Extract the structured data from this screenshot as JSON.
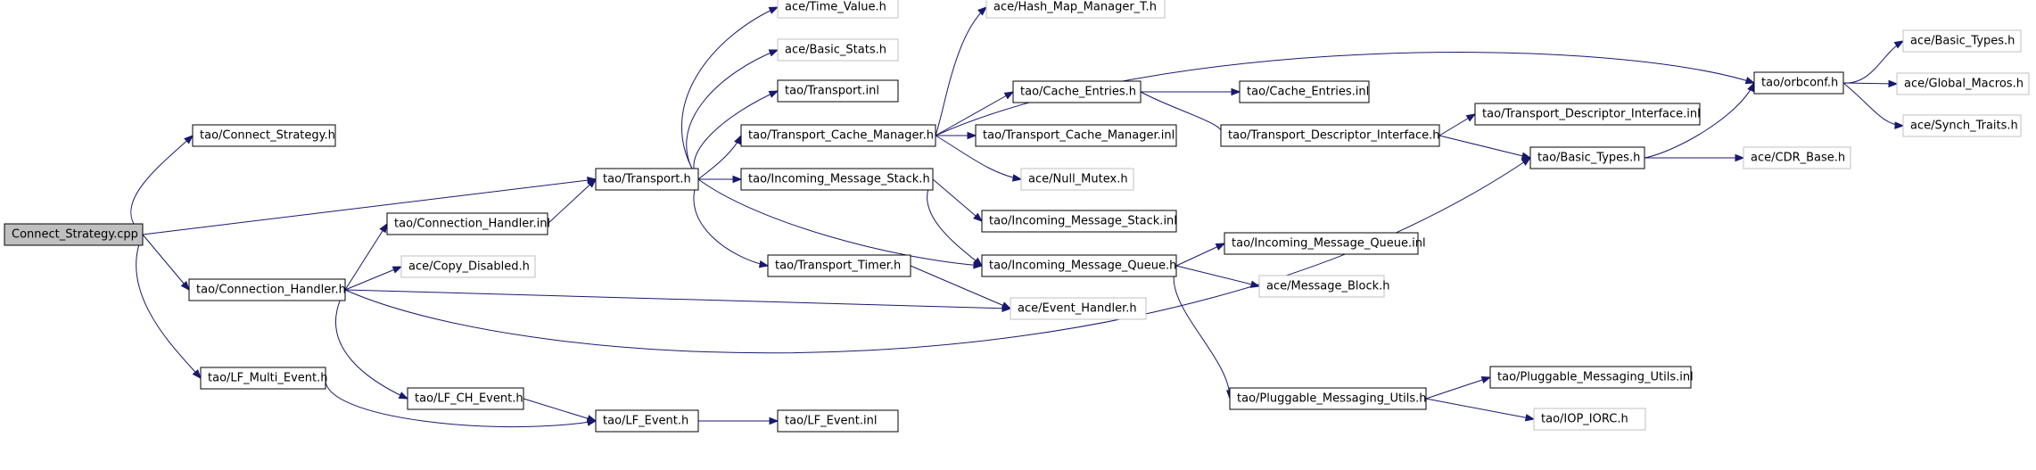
{
  "colors": {
    "edge": "#191970",
    "node_border": "#000000",
    "external_border": "#c0c0c0",
    "focus_fill": "#bfbfbf",
    "background": "#ffffff"
  },
  "nodes": [
    {
      "id": "connect_strategy_cpp",
      "label": "Connect_Strategy.cpp",
      "kind": "focus"
    },
    {
      "id": "connect_strategy_h",
      "label": "tao/Connect_Strategy.h",
      "kind": "project"
    },
    {
      "id": "connection_handler_inl",
      "label": "tao/Connection_Handler.inl",
      "kind": "project"
    },
    {
      "id": "connection_handler_h",
      "label": "tao/Connection_Handler.h",
      "kind": "project"
    },
    {
      "id": "lf_multi_event_h",
      "label": "tao/LF_Multi_Event.h",
      "kind": "project"
    },
    {
      "id": "copy_disabled_h",
      "label": "ace/Copy_Disabled.h",
      "kind": "external"
    },
    {
      "id": "lf_ch_event_h",
      "label": "tao/LF_CH_Event.h",
      "kind": "project"
    },
    {
      "id": "transport_h",
      "label": "tao/Transport.h",
      "kind": "project"
    },
    {
      "id": "lf_event_h",
      "label": "tao/LF_Event.h",
      "kind": "project"
    },
    {
      "id": "time_value_h",
      "label": "ace/Time_Value.h",
      "kind": "external"
    },
    {
      "id": "basic_stats_h",
      "label": "ace/Basic_Stats.h",
      "kind": "external"
    },
    {
      "id": "transport_inl",
      "label": "tao/Transport.inl",
      "kind": "project"
    },
    {
      "id": "transport_cache_manager_h",
      "label": "tao/Transport_Cache_Manager.h",
      "kind": "project"
    },
    {
      "id": "incoming_message_stack_h",
      "label": "tao/Incoming_Message_Stack.h",
      "kind": "project"
    },
    {
      "id": "transport_timer_h",
      "label": "tao/Transport_Timer.h",
      "kind": "project"
    },
    {
      "id": "lf_event_inl",
      "label": "tao/LF_Event.inl",
      "kind": "project"
    },
    {
      "id": "hash_map_manager_t_h",
      "label": "ace/Hash_Map_Manager_T.h",
      "kind": "external"
    },
    {
      "id": "cache_entries_h",
      "label": "tao/Cache_Entries.h",
      "kind": "project"
    },
    {
      "id": "transport_cache_manager_inl",
      "label": "tao/Transport_Cache_Manager.inl",
      "kind": "project"
    },
    {
      "id": "null_mutex_h",
      "label": "ace/Null_Mutex.h",
      "kind": "external"
    },
    {
      "id": "incoming_message_stack_inl",
      "label": "tao/Incoming_Message_Stack.inl",
      "kind": "project"
    },
    {
      "id": "incoming_message_queue_h",
      "label": "tao/Incoming_Message_Queue.h",
      "kind": "project"
    },
    {
      "id": "event_handler_h",
      "label": "ace/Event_Handler.h",
      "kind": "external"
    },
    {
      "id": "cache_entries_inl",
      "label": "tao/Cache_Entries.inl",
      "kind": "project"
    },
    {
      "id": "transport_descriptor_interface_h",
      "label": "tao/Transport_Descriptor_Interface.h",
      "kind": "project"
    },
    {
      "id": "incoming_message_queue_inl",
      "label": "tao/Incoming_Message_Queue.inl",
      "kind": "project"
    },
    {
      "id": "message_block_h",
      "label": "ace/Message_Block.h",
      "kind": "external"
    },
    {
      "id": "pluggable_messaging_utils_h",
      "label": "tao/Pluggable_Messaging_Utils.h",
      "kind": "project"
    },
    {
      "id": "orbconf_h",
      "label": "tao/orbconf.h",
      "kind": "project"
    },
    {
      "id": "transport_descriptor_interface_inl",
      "label": "tao/Transport_Descriptor_Interface.inl",
      "kind": "project"
    },
    {
      "id": "basic_types_tao_h",
      "label": "tao/Basic_Types.h",
      "kind": "project"
    },
    {
      "id": "pluggable_messaging_utils_inl",
      "label": "tao/Pluggable_Messaging_Utils.inl",
      "kind": "project"
    },
    {
      "id": "iop_iorc_h",
      "label": "tao/IOP_IORC.h",
      "kind": "external"
    },
    {
      "id": "basic_types_ace_h",
      "label": "ace/Basic_Types.h",
      "kind": "external"
    },
    {
      "id": "global_macros_h",
      "label": "ace/Global_Macros.h",
      "kind": "external"
    },
    {
      "id": "synch_traits_h",
      "label": "ace/Synch_Traits.h",
      "kind": "external"
    },
    {
      "id": "cdr_base_h",
      "label": "ace/CDR_Base.h",
      "kind": "external"
    }
  ],
  "edges": [
    [
      "connect_strategy_cpp",
      "connect_strategy_h"
    ],
    [
      "connect_strategy_cpp",
      "transport_h"
    ],
    [
      "connect_strategy_cpp",
      "connection_handler_h"
    ],
    [
      "connect_strategy_cpp",
      "lf_multi_event_h"
    ],
    [
      "connection_handler_inl",
      "transport_h"
    ],
    [
      "connection_handler_h",
      "connection_handler_inl"
    ],
    [
      "connection_handler_h",
      "copy_disabled_h"
    ],
    [
      "connection_handler_h",
      "lf_ch_event_h"
    ],
    [
      "connection_handler_h",
      "event_handler_h"
    ],
    [
      "connection_handler_h",
      "basic_types_tao_h"
    ],
    [
      "lf_multi_event_h",
      "lf_event_h"
    ],
    [
      "lf_ch_event_h",
      "lf_event_h"
    ],
    [
      "lf_event_h",
      "lf_event_inl"
    ],
    [
      "transport_h",
      "time_value_h"
    ],
    [
      "transport_h",
      "basic_stats_h"
    ],
    [
      "transport_h",
      "transport_inl"
    ],
    [
      "transport_h",
      "transport_cache_manager_h"
    ],
    [
      "transport_h",
      "incoming_message_stack_h"
    ],
    [
      "transport_h",
      "transport_timer_h"
    ],
    [
      "transport_h",
      "incoming_message_queue_h"
    ],
    [
      "transport_cache_manager_h",
      "hash_map_manager_t_h"
    ],
    [
      "transport_cache_manager_h",
      "orbconf_h"
    ],
    [
      "transport_cache_manager_h",
      "cache_entries_h"
    ],
    [
      "transport_cache_manager_h",
      "transport_cache_manager_inl"
    ],
    [
      "transport_cache_manager_h",
      "null_mutex_h"
    ],
    [
      "cache_entries_h",
      "cache_entries_inl"
    ],
    [
      "cache_entries_h",
      "transport_descriptor_interface_h"
    ],
    [
      "transport_descriptor_interface_h",
      "transport_descriptor_interface_inl"
    ],
    [
      "transport_descriptor_interface_h",
      "basic_types_tao_h"
    ],
    [
      "incoming_message_stack_h",
      "incoming_message_stack_inl"
    ],
    [
      "incoming_message_stack_h",
      "incoming_message_queue_h"
    ],
    [
      "transport_timer_h",
      "event_handler_h"
    ],
    [
      "incoming_message_queue_h",
      "incoming_message_queue_inl"
    ],
    [
      "incoming_message_queue_h",
      "message_block_h"
    ],
    [
      "incoming_message_queue_h",
      "pluggable_messaging_utils_h"
    ],
    [
      "pluggable_messaging_utils_h",
      "pluggable_messaging_utils_inl"
    ],
    [
      "pluggable_messaging_utils_h",
      "iop_iorc_h"
    ],
    [
      "basic_types_tao_h",
      "orbconf_h"
    ],
    [
      "basic_types_tao_h",
      "cdr_base_h"
    ],
    [
      "orbconf_h",
      "basic_types_ace_h"
    ],
    [
      "orbconf_h",
      "global_macros_h"
    ],
    [
      "orbconf_h",
      "synch_traits_h"
    ]
  ]
}
